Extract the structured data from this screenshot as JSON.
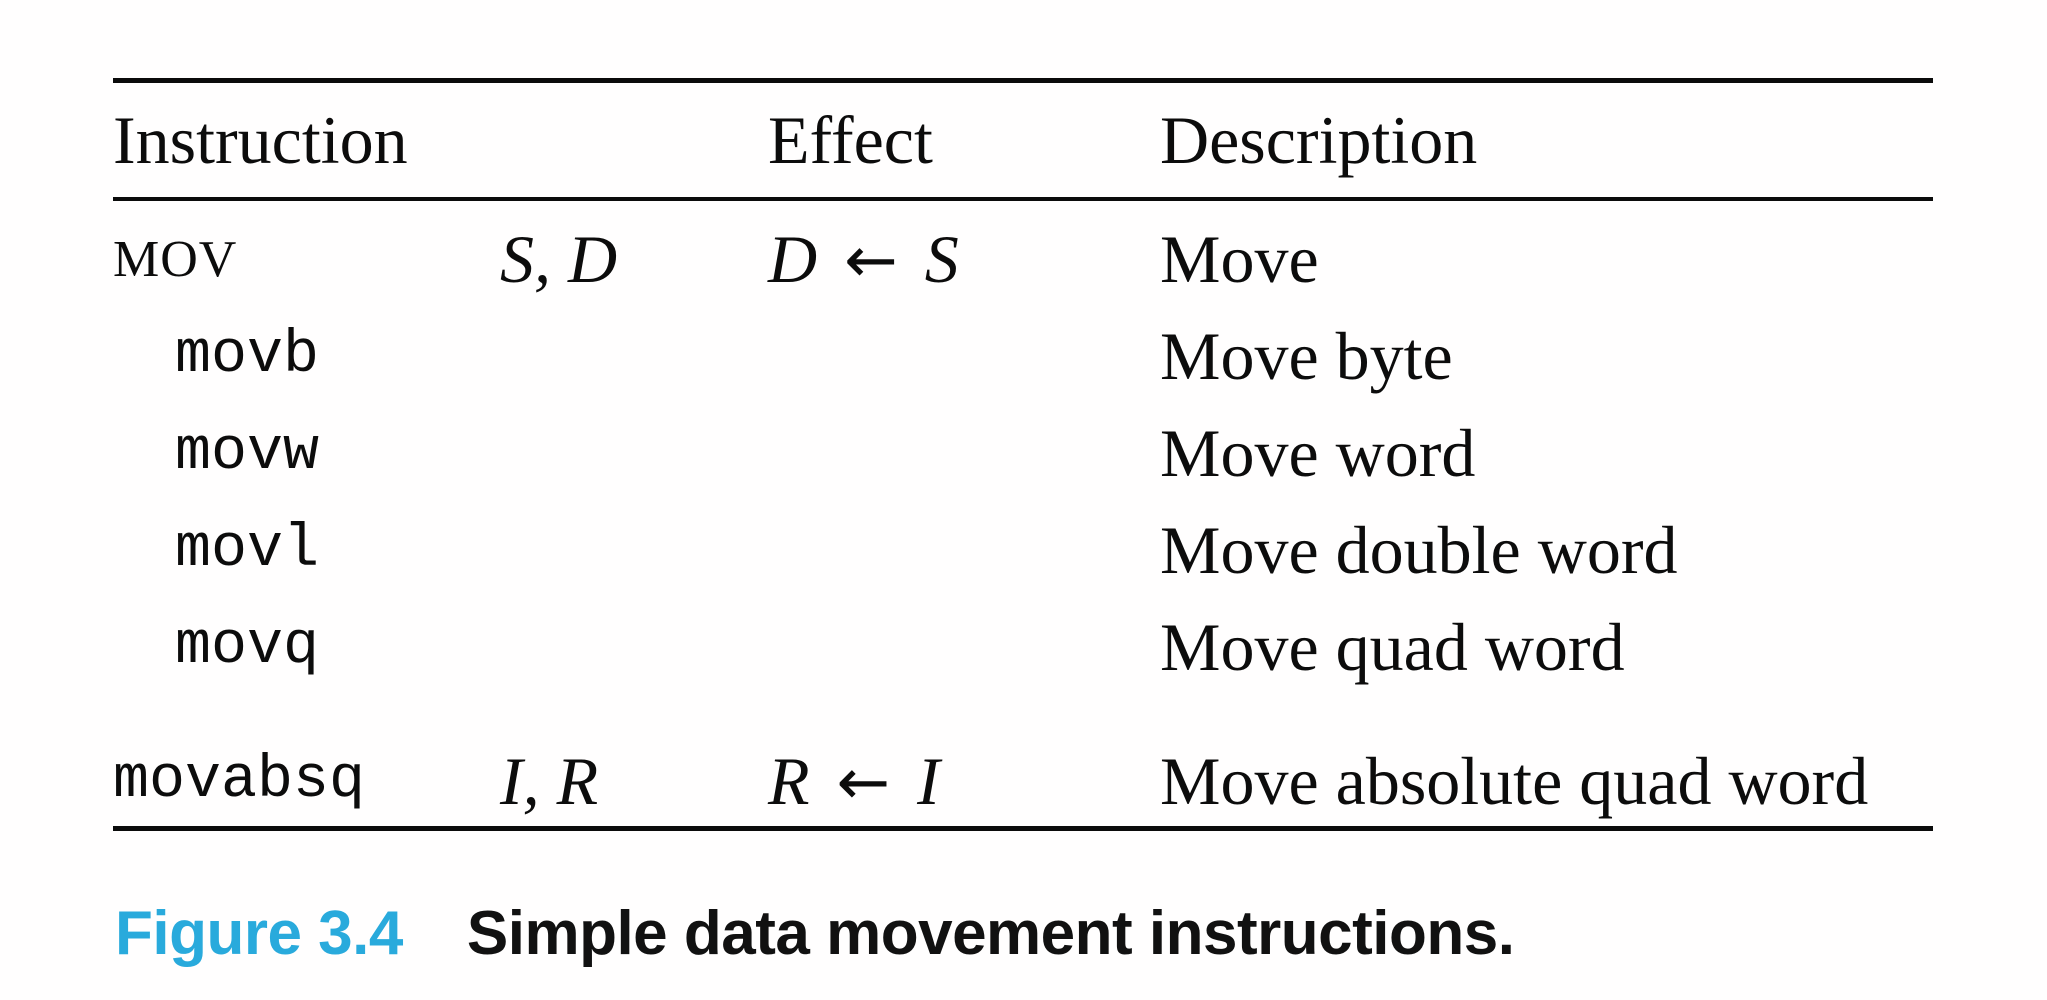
{
  "table": {
    "headers": {
      "instruction": "Instruction",
      "effect": "Effect",
      "description": "Description"
    },
    "rows": [
      {
        "mnemonic": "MOV",
        "operands": "S, D",
        "effect_dest": "D",
        "effect_arrow": "←",
        "effect_src": "S",
        "description": "Move"
      },
      {
        "mnemonic": "movb",
        "description": "Move byte"
      },
      {
        "mnemonic": "movw",
        "description": "Move word"
      },
      {
        "mnemonic": "movl",
        "description": "Move double word"
      },
      {
        "mnemonic": "movq",
        "description": "Move quad word"
      },
      {
        "mnemonic": "movabsq",
        "operands": "I, R",
        "effect_dest": "R",
        "effect_arrow": "←",
        "effect_src": "I",
        "description": "Move absolute quad word"
      }
    ]
  },
  "figure": {
    "caption_label": "Figure 3.4",
    "caption_text": "Simple data movement instructions.",
    "accent_color": "#29AADC",
    "rule_color": "#0b0b0b"
  }
}
